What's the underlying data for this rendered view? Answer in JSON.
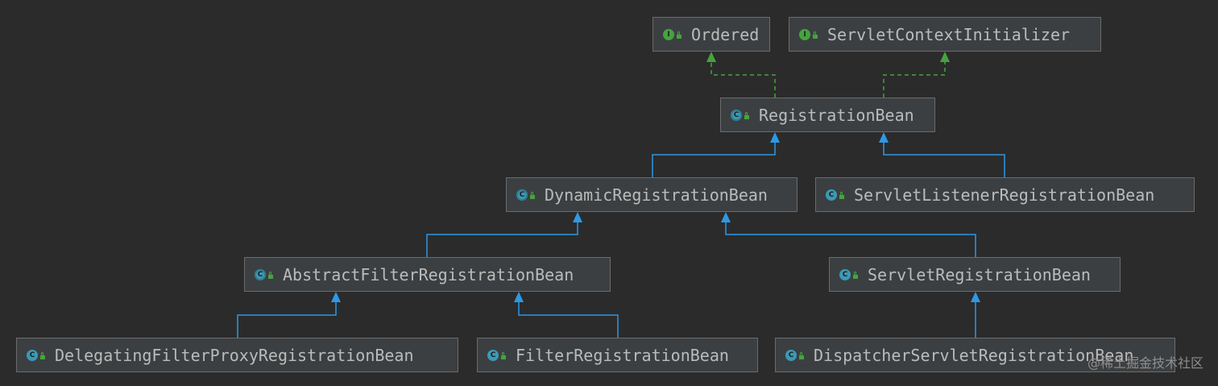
{
  "diagram": {
    "colors": {
      "background": "#2b2b2b",
      "node_fill": "#3c3f41",
      "node_border": "#6b6b6b",
      "text": "#bbbbbb",
      "implements_edge": "#45a33f",
      "extends_edge": "#2e98e6"
    },
    "nodes": [
      {
        "id": "ordered",
        "label": "Ordered",
        "kind": "interface",
        "icon": "interface-icon"
      },
      {
        "id": "servlet_context_initializer",
        "label": "ServletContextInitializer",
        "kind": "interface",
        "icon": "interface-icon"
      },
      {
        "id": "registration_bean",
        "label": "RegistrationBean",
        "kind": "abstract",
        "icon": "abstract-class-icon"
      },
      {
        "id": "dynamic_registration_bean",
        "label": "DynamicRegistrationBean",
        "kind": "abstract",
        "icon": "abstract-class-icon"
      },
      {
        "id": "servlet_listener_registration_bean",
        "label": "ServletListenerRegistrationBean",
        "kind": "class",
        "icon": "class-icon"
      },
      {
        "id": "abstract_filter_registration_bean",
        "label": "AbstractFilterRegistrationBean",
        "kind": "abstract",
        "icon": "abstract-class-icon"
      },
      {
        "id": "servlet_registration_bean",
        "label": "ServletRegistrationBean",
        "kind": "class",
        "icon": "class-icon"
      },
      {
        "id": "delegating_filter_proxy_registration_bean",
        "label": "DelegatingFilterProxyRegistrationBean",
        "kind": "class",
        "icon": "class-icon"
      },
      {
        "id": "filter_registration_bean",
        "label": "FilterRegistrationBean",
        "kind": "class",
        "icon": "class-icon"
      },
      {
        "id": "dispatcher_servlet_registration_bean",
        "label": "DispatcherServletRegistrationBean",
        "kind": "class",
        "icon": "class-icon"
      }
    ],
    "edges": [
      {
        "from": "registration_bean",
        "to": "ordered",
        "type": "implements"
      },
      {
        "from": "registration_bean",
        "to": "servlet_context_initializer",
        "type": "implements"
      },
      {
        "from": "dynamic_registration_bean",
        "to": "registration_bean",
        "type": "extends"
      },
      {
        "from": "servlet_listener_registration_bean",
        "to": "registration_bean",
        "type": "extends"
      },
      {
        "from": "abstract_filter_registration_bean",
        "to": "dynamic_registration_bean",
        "type": "extends"
      },
      {
        "from": "servlet_registration_bean",
        "to": "dynamic_registration_bean",
        "type": "extends"
      },
      {
        "from": "delegating_filter_proxy_registration_bean",
        "to": "abstract_filter_registration_bean",
        "type": "extends"
      },
      {
        "from": "filter_registration_bean",
        "to": "abstract_filter_registration_bean",
        "type": "extends"
      },
      {
        "from": "dispatcher_servlet_registration_bean",
        "to": "servlet_registration_bean",
        "type": "extends"
      }
    ]
  },
  "watermark": "@稀土掘金技术社区"
}
